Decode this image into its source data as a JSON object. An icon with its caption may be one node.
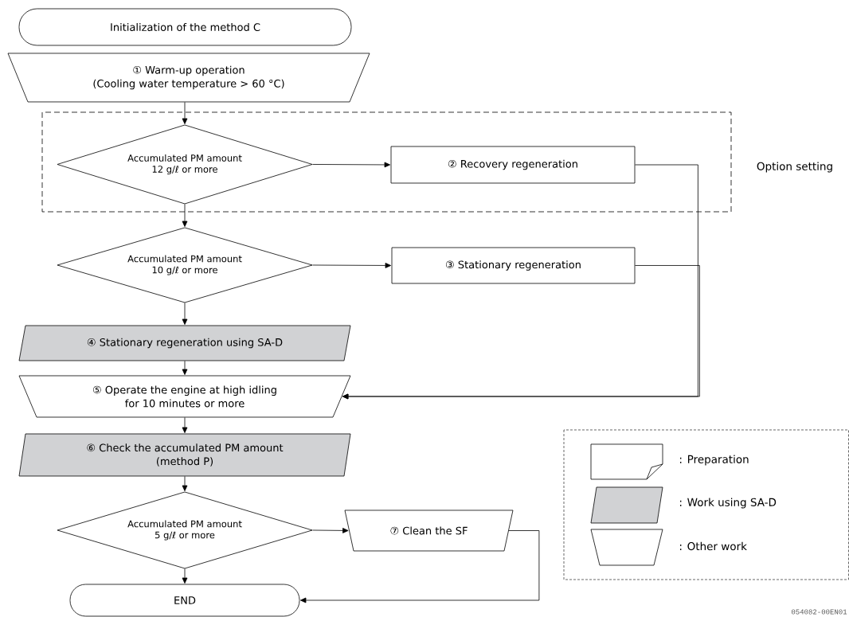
{
  "diagram": {
    "nodes": [
      {
        "text": [
          "Initialization of the method C"
        ]
      },
      {
        "text": [
          "① Warm-up operation",
          "(Cooling water temperature > 60 °C)"
        ]
      },
      {
        "text": [
          "Option setting"
        ]
      },
      {
        "text": [
          "Accumulated PM amount",
          "12 g/ℓ or more"
        ],
        "in": 2
      },
      {
        "text": [
          "② Recovery regeneration"
        ],
        "in": 2
      },
      {
        "text": [
          "Accumulated PM amount",
          "10 g/ℓ or more"
        ]
      },
      {
        "text": [
          "③ Stationary regeneration"
        ]
      },
      {
        "text": [
          "④ Stationary regeneration using SA-D"
        ]
      },
      {
        "text": [
          "⑤ Operate the engine at high idling",
          "for 10 minutes or more"
        ]
      },
      {
        "text": [
          "⑥ Check the accumulated PM amount",
          "(method P)"
        ]
      },
      {
        "text": [
          "Accumulated PM amount",
          "5 g/ℓ or more"
        ]
      },
      {
        "text": [
          "⑦ Clean the SF"
        ]
      },
      {
        "text": [
          "END"
        ]
      }
    ],
    "edges": [
      {
        "from": 1,
        "to": 3,
        "arrow": "to"
      },
      {
        "from": 3,
        "to": 4,
        "arrow": "to"
      },
      {
        "from": 3,
        "to": 5,
        "arrow": "to"
      },
      {
        "from": 5,
        "to": 6,
        "arrow": "to"
      },
      {
        "from": 5,
        "to": 7,
        "arrow": "to"
      },
      {
        "from": 4,
        "to": 8,
        "arrow": "to"
      },
      {
        "from": 6,
        "to": 8,
        "arrow": "to"
      },
      {
        "from": 7,
        "to": 8,
        "arrow": "to"
      },
      {
        "from": 8,
        "to": 9,
        "arrow": "to"
      },
      {
        "from": 9,
        "to": 10,
        "arrow": "to"
      },
      {
        "from": 10,
        "to": 11,
        "arrow": "to"
      },
      {
        "from": 10,
        "to": 12,
        "arrow": "to"
      },
      {
        "from": 11,
        "to": 12,
        "arrow": "to"
      }
    ],
    "labels": [
      "054082-00EN01"
    ],
    "legend": [
      {
        "text": ": Preparation"
      },
      {
        "text": ": Work using SA-D"
      },
      {
        "text": ": Other work"
      }
    ]
  }
}
